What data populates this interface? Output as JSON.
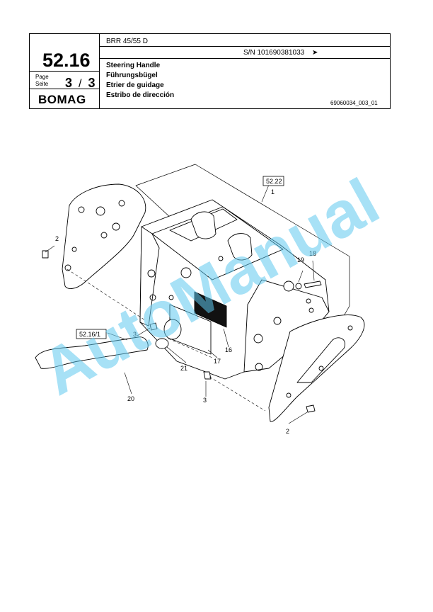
{
  "header": {
    "page_number": "52.16",
    "page_label_en": "Page",
    "page_label_de": "Seite",
    "page_current": "3",
    "page_sep": "/",
    "page_total": "3",
    "brand": "BOMAG",
    "model": "BRR 45/55 D",
    "serial": "S/N 101690381033",
    "serial_arrow": "➤",
    "title_en": "Steering Handle",
    "title_de": "Führungsbügel",
    "title_fr": "Etrier de guidage",
    "title_es": "Estribo de dirección",
    "drawing_id": "69060034_003_01"
  },
  "callouts": {
    "ref_5222": "52.22",
    "ref_52161": "52.16/1",
    "c1": "1",
    "c2a": "2",
    "c2b": "2",
    "c3a": "3",
    "c3b": "3",
    "c16": "16",
    "c17": "17",
    "c18": "18",
    "c19": "19",
    "c20": "20",
    "c21": "21"
  },
  "watermark": "AutoManual",
  "colors": {
    "watermark": "#5fc8ee",
    "line": "#000000"
  }
}
